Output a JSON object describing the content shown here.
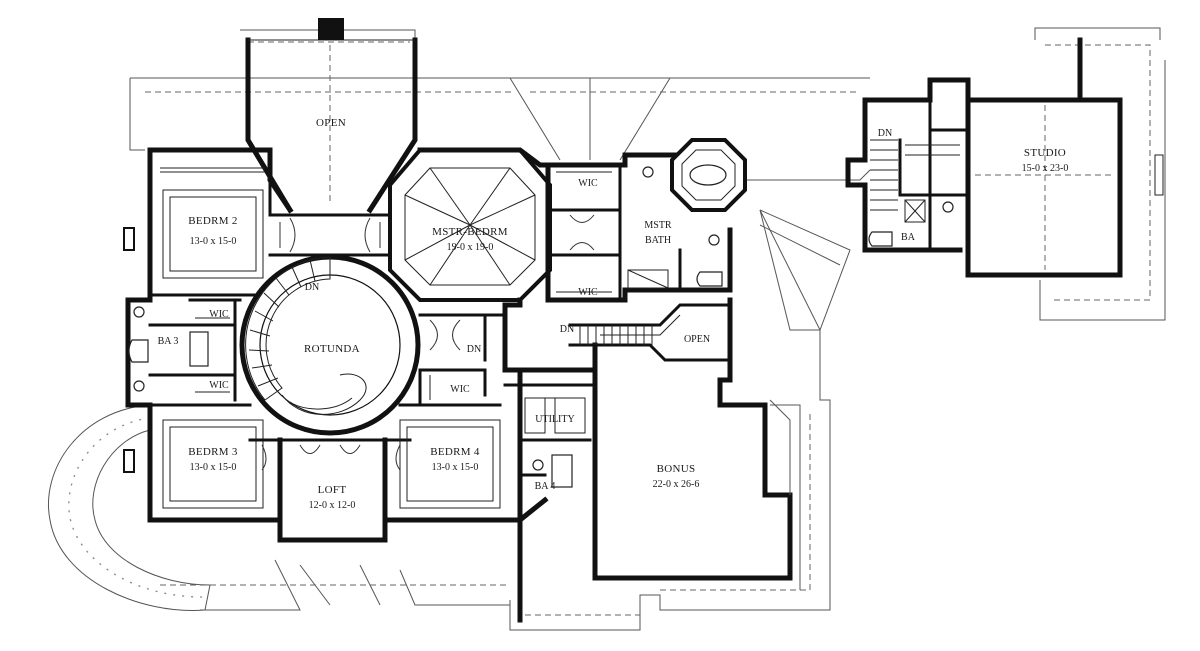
{
  "rooms": {
    "open_top": {
      "name": "OPEN"
    },
    "bedrm2": {
      "name": "BEDRM 2",
      "dims": "13-0 x 15-0"
    },
    "mstr_bedrm": {
      "name": "MSTR-BEDRM",
      "dims": "19-0 x 19-0"
    },
    "wic_top": {
      "name": "WIC"
    },
    "wic_mid": {
      "name": "WIC"
    },
    "mstr_bath": {
      "name": "MSTR",
      "name2": "BATH"
    },
    "studio": {
      "name": "STUDIO",
      "dims": "15-0 x 23-0"
    },
    "ba_studio": {
      "name": "BA"
    },
    "wic_ba3_top": {
      "name": "WIC"
    },
    "wic_ba3_bot": {
      "name": "WIC"
    },
    "ba3": {
      "name": "BA 3"
    },
    "rotunda": {
      "name": "ROTUNDA"
    },
    "open_stair": {
      "name": "OPEN"
    },
    "wic_bed4": {
      "name": "WIC"
    },
    "utility": {
      "name": "UTILITY"
    },
    "bedrm3": {
      "name": "BEDRM 3",
      "dims": "13-0 x 15-0"
    },
    "loft": {
      "name": "LOFT",
      "dims": "12-0 x 12-0"
    },
    "bedrm4": {
      "name": "BEDRM 4",
      "dims": "13-0 x 15-0"
    },
    "bonus": {
      "name": "BONUS",
      "dims": "22-0 x 26-6"
    },
    "ba4": {
      "name": "BA 4"
    }
  },
  "stairs": {
    "dn_rotunda": "DN",
    "dn_hall": "DN",
    "dn_main": "DN",
    "dn_studio": "DN"
  }
}
